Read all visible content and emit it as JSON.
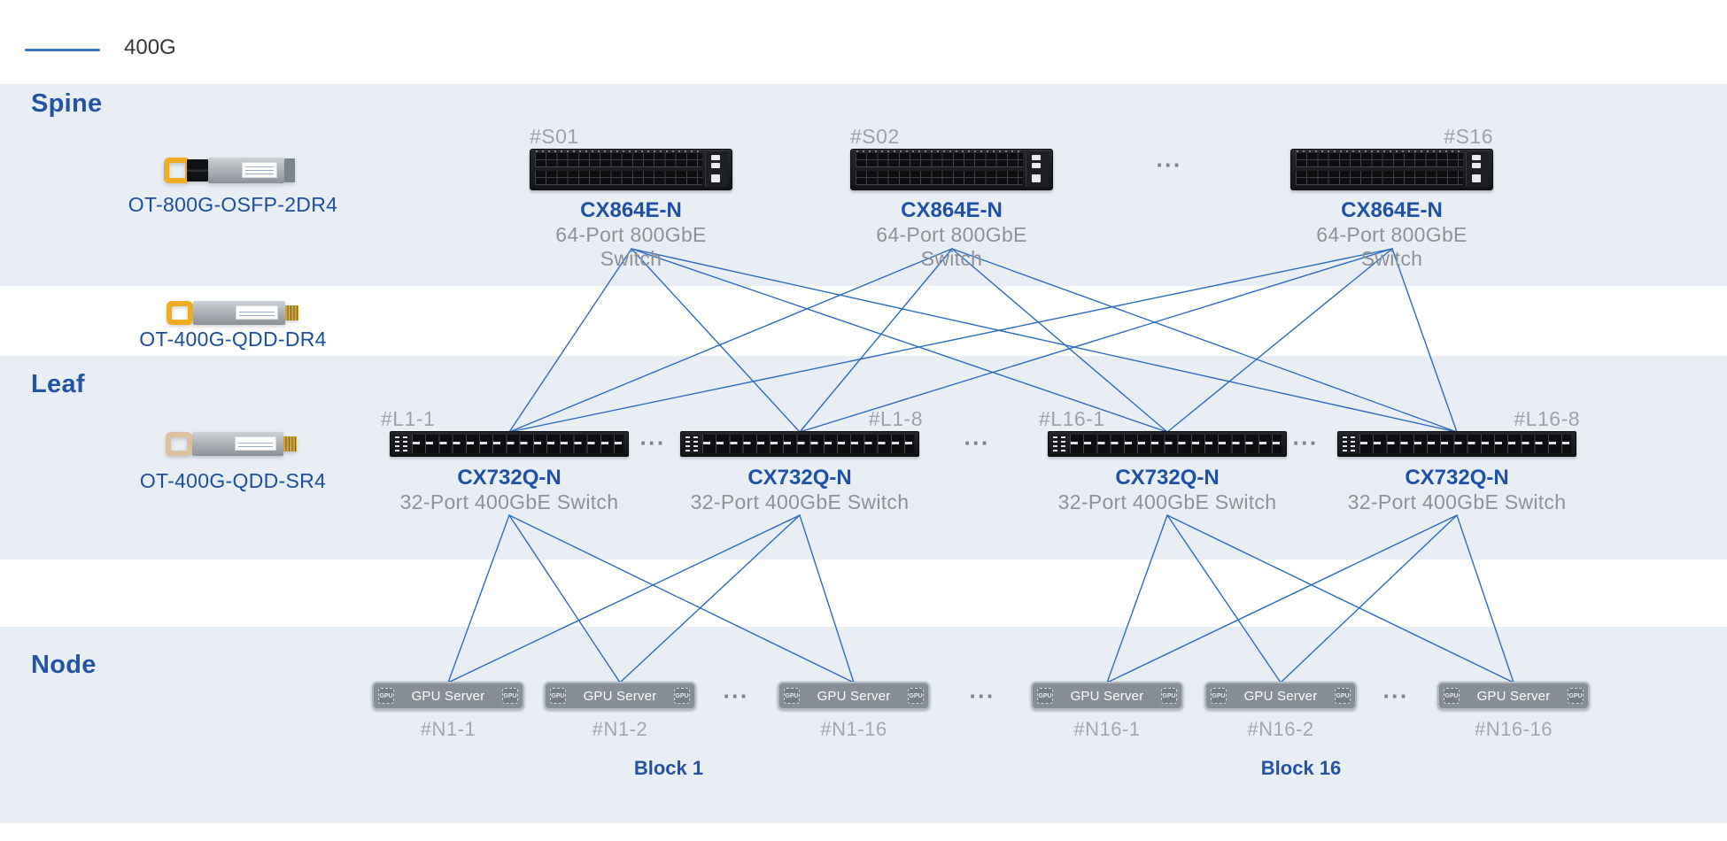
{
  "legend": {
    "label": "400G"
  },
  "lanes": {
    "spine": "Spine",
    "leaf": "Leaf",
    "node": "Node"
  },
  "ellipsis": "···",
  "chip_label": "GPU",
  "transceivers": [
    {
      "name": "OT-800G-OSFP-2DR4"
    },
    {
      "name": "OT-400G-QDD-DR4"
    },
    {
      "name": "OT-400G-QDD-SR4"
    }
  ],
  "spines": [
    {
      "tag": "#S01",
      "model": "CX864E-N",
      "desc": "64-Port 800GbE Switch"
    },
    {
      "tag": "#S02",
      "model": "CX864E-N",
      "desc": "64-Port 800GbE Switch"
    },
    {
      "tag": "#S16",
      "model": "CX864E-N",
      "desc": "64-Port 800GbE Switch"
    }
  ],
  "leaves": [
    {
      "tag": "#L1-1",
      "model": "CX732Q-N",
      "desc": "32-Port 400GbE Switch"
    },
    {
      "tag": "#L1-8",
      "model": "CX732Q-N",
      "desc": "32-Port 400GbE Switch"
    },
    {
      "tag": "#L16-1",
      "model": "CX732Q-N",
      "desc": "32-Port 400GbE Switch"
    },
    {
      "tag": "#L16-8",
      "model": "CX732Q-N",
      "desc": "32-Port 400GbE Switch"
    }
  ],
  "nodes": [
    {
      "label": "GPU Server",
      "tag": "#N1-1"
    },
    {
      "label": "GPU Server",
      "tag": "#N1-2"
    },
    {
      "label": "GPU Server",
      "tag": "#N1-16"
    },
    {
      "label": "GPU Server",
      "tag": "#N16-1"
    },
    {
      "label": "GPU Server",
      "tag": "#N16-2"
    },
    {
      "label": "GPU Server",
      "tag": "#N16-16"
    }
  ],
  "blocks": [
    {
      "label": "Block 1"
    },
    {
      "label": "Block 16"
    }
  ],
  "colors": {
    "link": "#2e6bbe",
    "stripe": "#e9eef5",
    "heading": "#2453a6",
    "muted": "#9da2a8"
  },
  "topology": {
    "link_speed": "400G",
    "spine_leaf_links": "full-mesh",
    "blocks": [
      {
        "leaves": [
          0,
          1
        ],
        "nodes": [
          0,
          1,
          2
        ]
      },
      {
        "leaves": [
          2,
          3
        ],
        "nodes": [
          3,
          4,
          5
        ]
      }
    ]
  }
}
